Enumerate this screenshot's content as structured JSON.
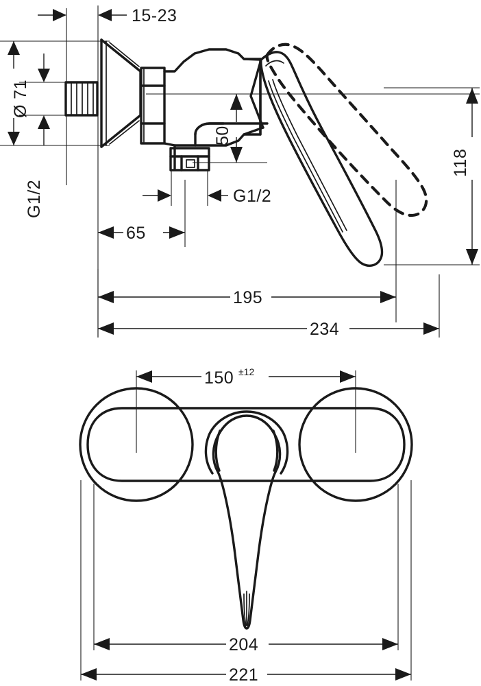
{
  "document": {
    "type": "technical-dimension-drawing",
    "subject": "single-lever shower mixer",
    "units": "mm",
    "background_color": "#ffffff",
    "line_color": "#1a1a1a"
  },
  "views": [
    {
      "id": "side-view",
      "name": "Side elevation with swing lever",
      "position": "top"
    },
    {
      "id": "front-view",
      "name": "Front elevation",
      "position": "bottom"
    }
  ],
  "dimensions": {
    "wall_offset": {
      "label": "15-23",
      "value": "15-23",
      "orientation": "horizontal",
      "view": "side-view"
    },
    "escutcheon_diameter": {
      "label": "Ø 71",
      "symbol": "Ø",
      "value": "71",
      "orientation": "vertical",
      "view": "side-view"
    },
    "inlet_thread": {
      "label": "G1/2",
      "value": "G1/2",
      "orientation": "vertical",
      "view": "side-view"
    },
    "outlet_thread": {
      "label": "G1/2",
      "value": "G1/2",
      "orientation": "horizontal",
      "view": "side-view"
    },
    "center_to_outlet": {
      "label": "50",
      "value": "50",
      "orientation": "vertical",
      "view": "side-view"
    },
    "lever_height": {
      "label": "118",
      "value": "118",
      "orientation": "vertical",
      "view": "side-view"
    },
    "body_depth": {
      "label": "65",
      "value": "65",
      "orientation": "horizontal",
      "view": "side-view"
    },
    "lever_reach_closed": {
      "label": "195",
      "value": "195",
      "orientation": "horizontal",
      "view": "side-view"
    },
    "lever_reach_open": {
      "label": "234",
      "value": "234",
      "orientation": "horizontal",
      "view": "side-view"
    },
    "inlet_centres": {
      "label": "150",
      "value": "150",
      "tolerance": "±12",
      "orientation": "horizontal",
      "view": "front-view"
    },
    "body_width": {
      "label": "204",
      "value": "204",
      "orientation": "horizontal",
      "view": "front-view"
    },
    "overall_width": {
      "label": "221",
      "value": "221",
      "orientation": "horizontal",
      "view": "front-view"
    }
  }
}
